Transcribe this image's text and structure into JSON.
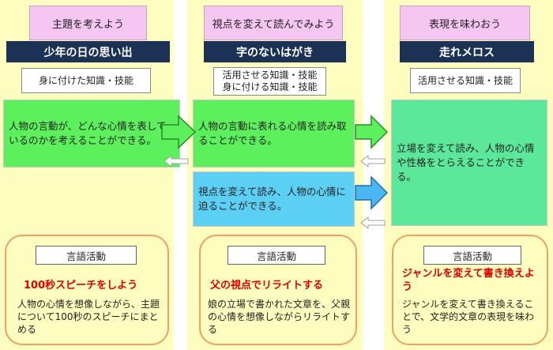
{
  "columns": [
    {
      "theme": "主題を考えよう",
      "title": "少年の日の思い出",
      "skill": "身に付けた知識・技能",
      "goals": [
        "人物の言動が、どんな心情を表しているのかを考えることができる。"
      ],
      "activity": {
        "label": "言語活動",
        "title": "100秒スピーチをしよう",
        "desc": "人物の心情を想像しながら、主題について100秒のスピーチにまとめる"
      }
    },
    {
      "theme": "視点を変えて読んでみよう",
      "title": "字のないはがき",
      "skill": "活用させる知識・技能\n身に付ける知識・技能",
      "goals": [
        "人物の言動に表れる心情を読み取ることができる。",
        "視点を変えて読み、人物の心情に迫ることができる。"
      ],
      "activity": {
        "label": "言語活動",
        "title": "父の視点でリライトする",
        "desc": "娘の立場で書かれた文章を、父親の心情を想像しながらリライトする"
      }
    },
    {
      "theme": "表現を味わおう",
      "title": "走れメロス",
      "skill": "活用させる知識・技能",
      "goals": [
        "立場を変えて読み、人物の心情や性格をとらえることができる。"
      ],
      "activity": {
        "label": "言語活動",
        "title": "ジャンルを変えて書き換えよう",
        "desc": "ジャンルを変えて書き換えることで、文学的文章の表現を味わう"
      }
    }
  ],
  "colors": {
    "column_bg": "#fdfdc0",
    "theme_bg": "#f6c6f3",
    "title_bg": "#1b3254",
    "goal_green": "#5cf05c",
    "goal_blue": "#5ccff5",
    "goal_teal": "#5ce89a",
    "activity_border": "#f0a060",
    "activity_title": "#e00000"
  },
  "icons": [
    "arrow-right-green",
    "arrow-right-blue",
    "arrow-left-outline"
  ]
}
